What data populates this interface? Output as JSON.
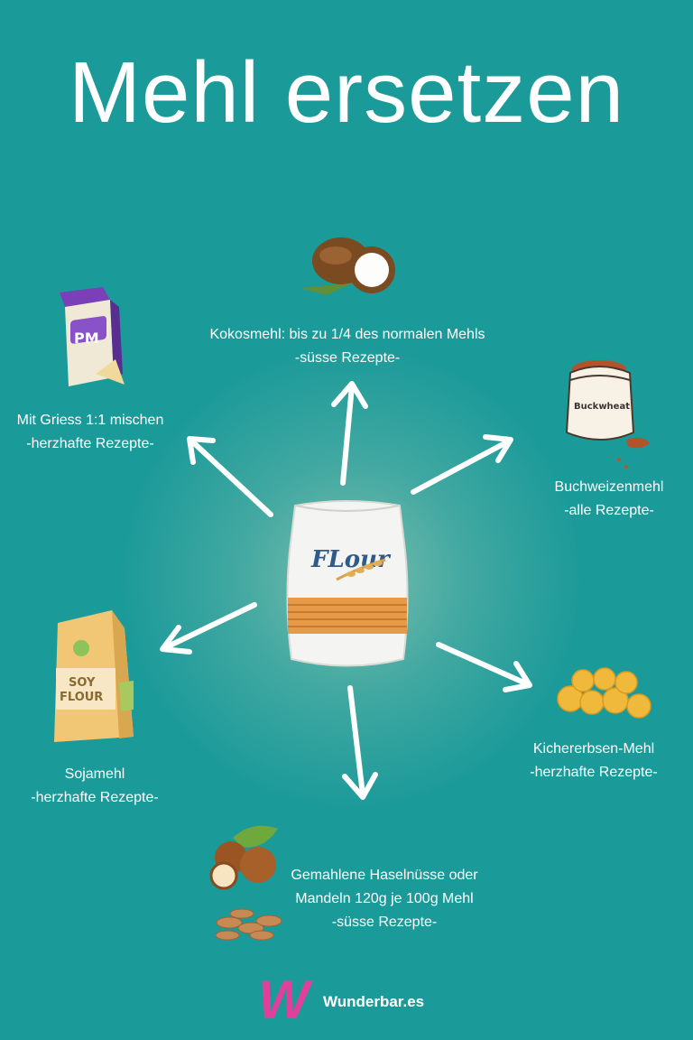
{
  "title": "Mehl ersetzen",
  "center": {
    "bag_text": "FLour"
  },
  "items": [
    {
      "id": "kokos",
      "line1": "Kokosmehl: bis zu 1/4 des normalen Mehls",
      "line2": "-süsse Rezepte-",
      "icon": "coconut-icon"
    },
    {
      "id": "griess",
      "line1": "Mit Griess 1:1 mischen",
      "line2": "-herzhafte Rezepte-",
      "icon": "semolina-box-icon",
      "box_text": "PM"
    },
    {
      "id": "buchweizen",
      "line1": "Buchweizenmehl",
      "line2": "-alle Rezepte-",
      "icon": "buckwheat-sack-icon",
      "sack_text": "Buckwheat"
    },
    {
      "id": "soja",
      "line1": "Sojamehl",
      "line2": "-herzhafte Rezepte-",
      "icon": "soy-flour-bag-icon",
      "bag_line1": "SOY",
      "bag_line2": "FLOUR"
    },
    {
      "id": "kichererbsen",
      "line1": "Kichererbsen-Mehl",
      "line2": "-herzhafte Rezepte-",
      "icon": "chickpeas-icon"
    },
    {
      "id": "nuesse",
      "line1": "Gemahlene Haselnüsse oder",
      "line2": "Mandeln 120g je 100g Mehl",
      "line3": "-süsse Rezepte-",
      "icon": "nuts-icon"
    }
  ],
  "brand": {
    "mark": "W",
    "name": "Wunderbar.es"
  }
}
